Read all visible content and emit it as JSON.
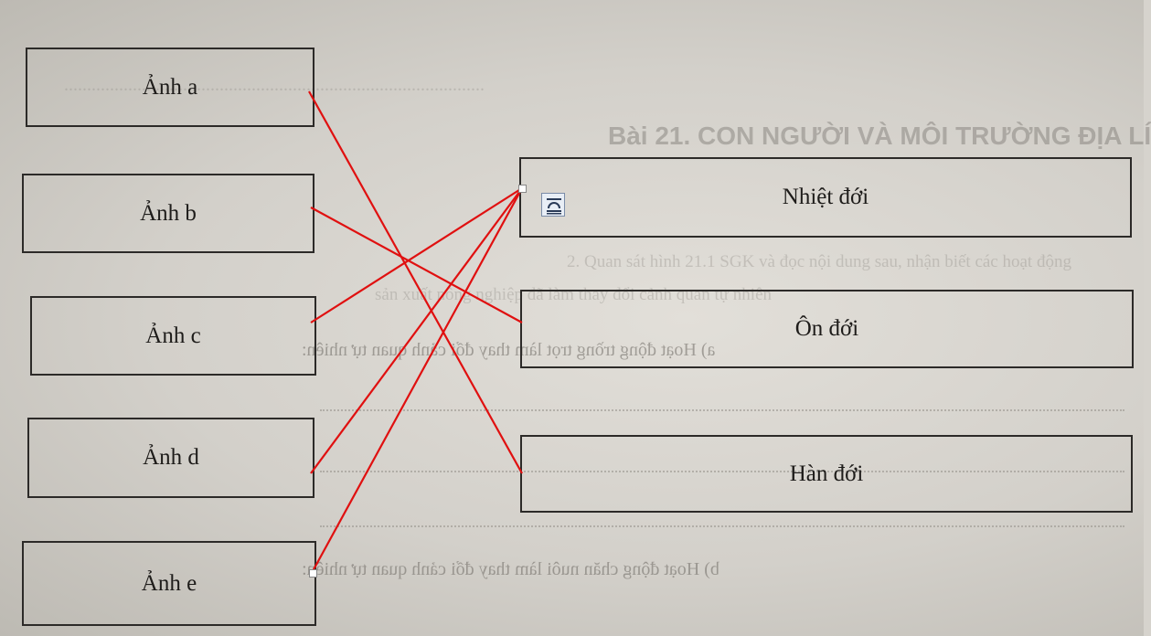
{
  "left_boxes": [
    {
      "id": "a",
      "label": "Ảnh a"
    },
    {
      "id": "b",
      "label": "Ảnh b"
    },
    {
      "id": "c",
      "label": "Ảnh c"
    },
    {
      "id": "d",
      "label": "Ảnh d"
    },
    {
      "id": "e",
      "label": "Ảnh e"
    }
  ],
  "right_boxes": [
    {
      "id": "nhiet",
      "label": "Nhiệt đới"
    },
    {
      "id": "on",
      "label": "Ôn đới"
    },
    {
      "id": "han",
      "label": "Hàn đới"
    }
  ],
  "connections": [
    {
      "from": "a",
      "to": "han"
    },
    {
      "from": "b",
      "to": "on"
    },
    {
      "from": "c",
      "to": "nhiet"
    },
    {
      "from": "d",
      "to": "nhiet"
    },
    {
      "from": "e",
      "to": "nhiet"
    }
  ],
  "line_color": "#e01010",
  "background_text": {
    "header": "Bài 21. CON NGƯỜI VÀ MÔI TRƯỜNG ĐỊA LÍ",
    "line2": "2. Quan sát hình 21.1 SGK và đọc nội dung sau, nhận biết các hoạt động",
    "line3": "sản xuất nông nghiệp đã làm thay đổi cảnh quan tự nhiên",
    "line4": "a) Hoạt động trồng trọt làm thay đổi cảnh quan tự nhiên:",
    "line5": "b) Hoạt động chăn nuôi làm thay đổi cảnh quan tự nhiên:"
  }
}
